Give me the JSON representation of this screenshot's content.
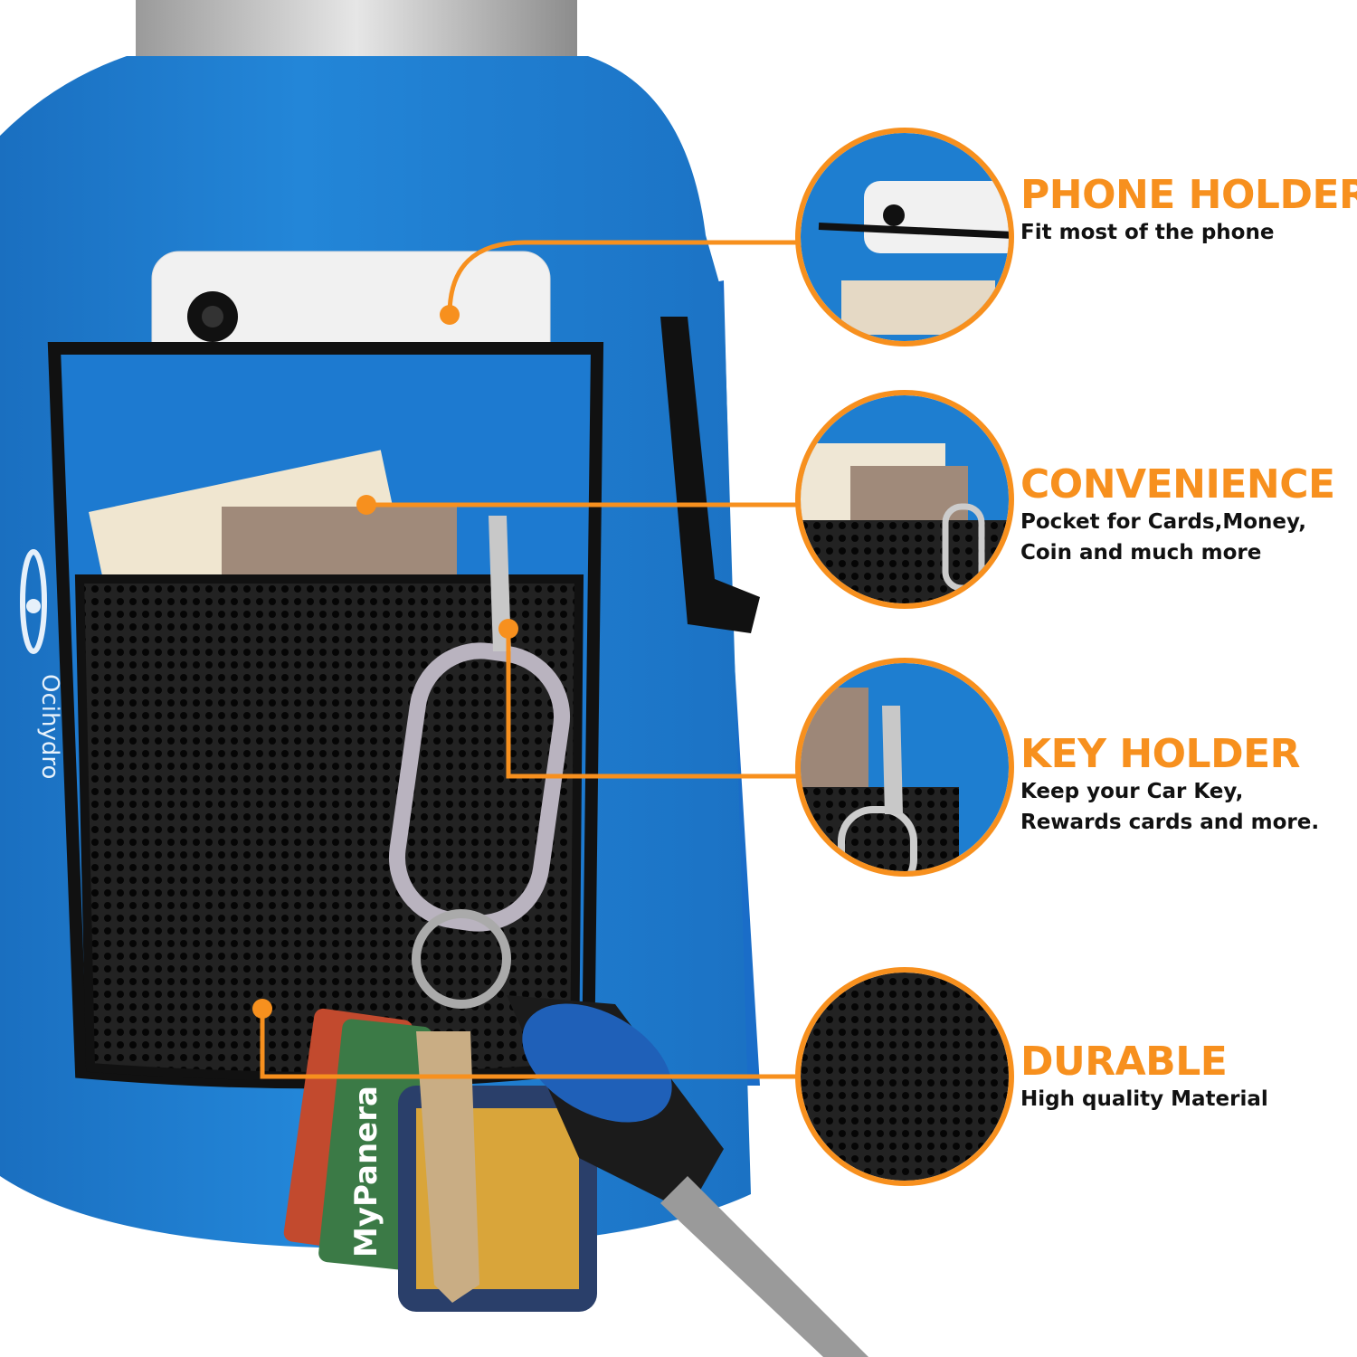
{
  "product": {
    "logo_text": "Ocihydro",
    "keytag_text": "MyPanera"
  },
  "callouts": [
    {
      "title": "PHONE HOLDER",
      "desc_lines": [
        "Fit most of the phone"
      ]
    },
    {
      "title": "CONVENIENCE",
      "desc_lines": [
        "Pocket for Cards,Money,",
        "Coin and much more"
      ]
    },
    {
      "title": "KEY HOLDER",
      "desc_lines": [
        "Keep your Car Key,",
        "Rewards cards and more."
      ]
    },
    {
      "title": "DURABLE",
      "desc_lines": [
        "High quality Material"
      ]
    }
  ],
  "colors": {
    "accent": "#F7901E",
    "sleeve": "#1E7FD0",
    "mesh": "#1a1a1a"
  }
}
